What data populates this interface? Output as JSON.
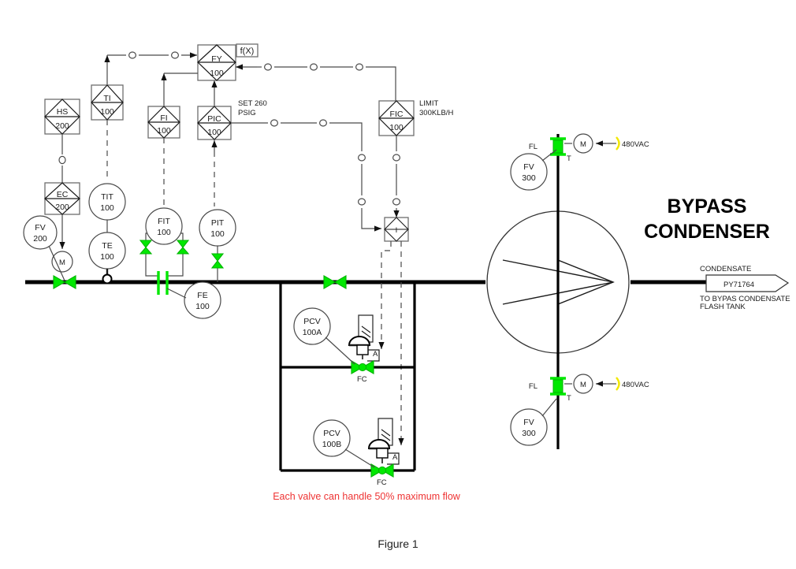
{
  "figure": {
    "caption": "Figure 1"
  },
  "title_block": {
    "line1": "BYPASS",
    "line2": "CONDENSER"
  },
  "notes": {
    "red_note": "Each valve can handle 50% maximum flow",
    "pic_setpoint": [
      "SET 260",
      "PSIG"
    ],
    "fic_limit": [
      "LIMIT",
      "300KLB/H"
    ],
    "function_block": "f(X)"
  },
  "instruments": [
    {
      "tag": "HS",
      "num": "200",
      "shape": "square-diamond",
      "name": "hand-switch-200"
    },
    {
      "tag": "TI",
      "num": "100",
      "shape": "square-diamond",
      "name": "temperature-indicator-100"
    },
    {
      "tag": "FI",
      "num": "100",
      "shape": "square-diamond",
      "name": "flow-indicator-100"
    },
    {
      "tag": "PIC",
      "num": "100",
      "shape": "square-diamond",
      "name": "pressure-indicating-controller-100"
    },
    {
      "tag": "FY",
      "num": "100",
      "shape": "square-diamond",
      "name": "flow-computing-relay-100"
    },
    {
      "tag": "FIC",
      "num": "100",
      "shape": "square-diamond",
      "name": "flow-indicating-controller-100"
    },
    {
      "tag": "EC",
      "num": "200",
      "shape": "square-diamond",
      "name": "electric-controller-200"
    },
    {
      "tag": "I",
      "num": "",
      "shape": "square-diamond-small",
      "name": "current-to-pneumatic-converter"
    },
    {
      "tag": "TIT",
      "num": "100",
      "shape": "circle",
      "name": "temperature-transmitter-100"
    },
    {
      "tag": "TE",
      "num": "100",
      "shape": "circle",
      "name": "temperature-element-100"
    },
    {
      "tag": "FIT",
      "num": "100",
      "shape": "circle",
      "name": "flow-transmitter-100"
    },
    {
      "tag": "PIT",
      "num": "100",
      "shape": "circle",
      "name": "pressure-transmitter-100"
    },
    {
      "tag": "FE",
      "num": "100",
      "shape": "circle",
      "name": "flow-element-100"
    },
    {
      "tag": "FV",
      "num": "200",
      "shape": "circle",
      "name": "flow-valve-200"
    },
    {
      "tag": "FV",
      "num": "300",
      "shape": "circle",
      "name": "flow-valve-300-upper"
    },
    {
      "tag": "FV",
      "num": "300",
      "shape": "circle",
      "name": "flow-valve-300-lower"
    },
    {
      "tag": "PCV",
      "num": "100A",
      "shape": "circle",
      "name": "pressure-control-valve-100a"
    },
    {
      "tag": "PCV",
      "num": "100B",
      "shape": "circle",
      "name": "pressure-control-valve-100b"
    }
  ],
  "motors": [
    {
      "label": "M",
      "name": "motor-fv200"
    },
    {
      "label": "M",
      "name": "motor-fl-upper"
    },
    {
      "label": "M",
      "name": "motor-fl-lower"
    }
  ],
  "power": [
    {
      "label": "480VAC",
      "name": "power-supply-upper"
    },
    {
      "label": "480VAC",
      "name": "power-supply-lower"
    }
  ],
  "valve_labels": {
    "fl_upper": "FL",
    "fl_lower": "FL",
    "t_upper": "T",
    "t_lower": "T",
    "fc_a": "FC",
    "fc_b": "FC",
    "actuator_a": "A",
    "actuator_b": "A"
  },
  "outlet": {
    "service": "CONDENSATE",
    "line_number": "PY71764",
    "destination_line1": "TO BYPAS CONDENSATE",
    "destination_line2": "FLASH TANK"
  },
  "signal_marker": "O",
  "colors": {
    "valve_green": "#00e800",
    "note_red": "#ee3333",
    "power_yellow": "#f2e800",
    "line_black": "#000000",
    "instrument_gray": "#4a4a4a"
  }
}
